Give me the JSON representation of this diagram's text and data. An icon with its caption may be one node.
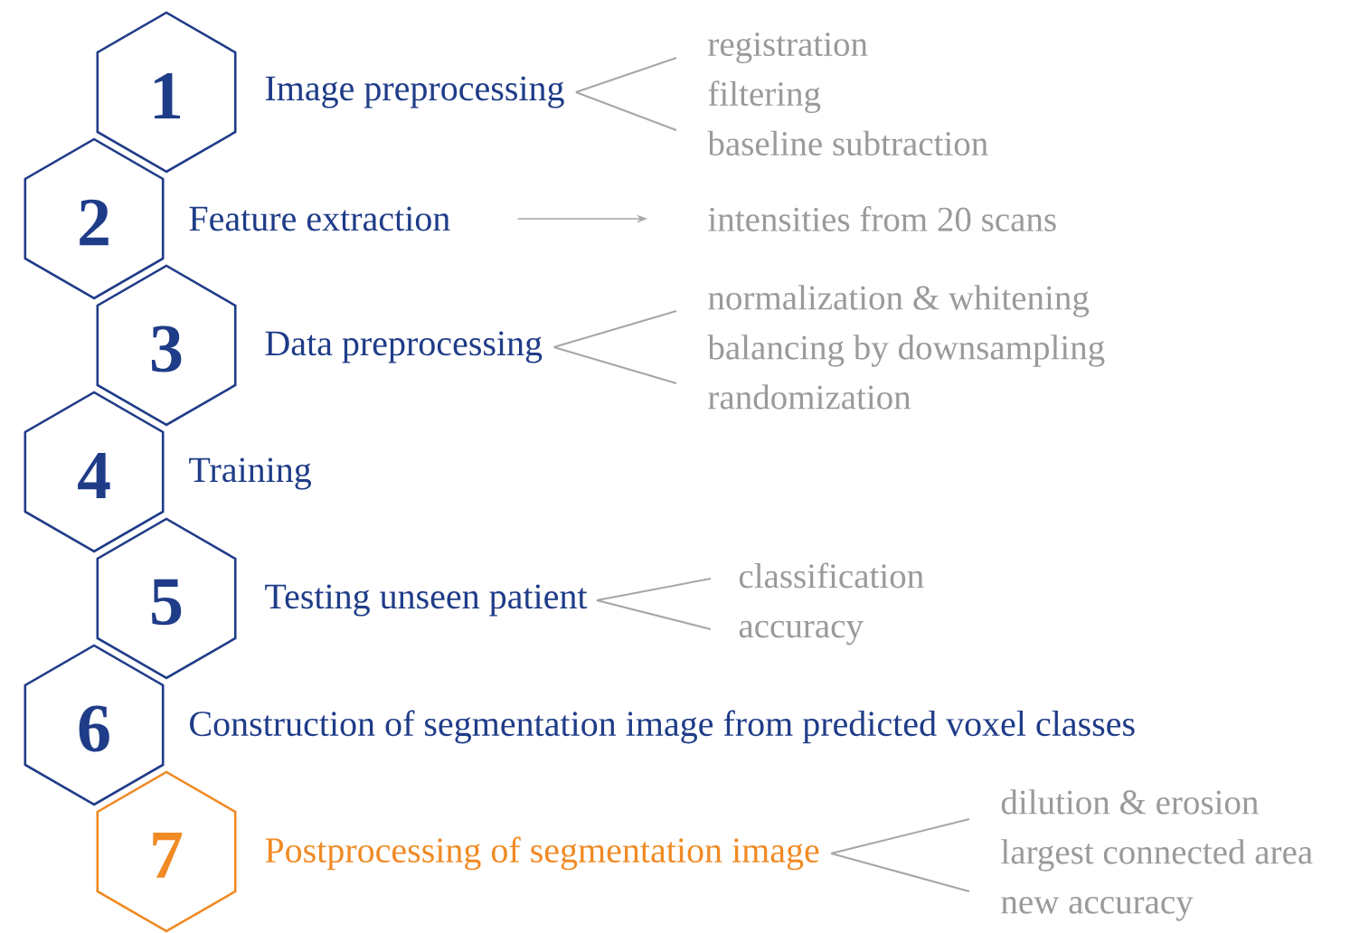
{
  "diagram": {
    "nodes": [
      {
        "text": [
          "1"
        ]
      },
      {
        "text": [
          "Image preprocessing"
        ]
      },
      {
        "text": [
          "registration",
          "filtering",
          "baseline subtraction"
        ]
      },
      {
        "text": [
          "2"
        ]
      },
      {
        "text": [
          "Feature extraction"
        ]
      },
      {
        "text": [
          "intensities from 20 scans"
        ]
      },
      {
        "text": [
          "3"
        ]
      },
      {
        "text": [
          "Data preprocessing"
        ]
      },
      {
        "text": [
          "normalization & whitening",
          "balancing by downsampling",
          "randomization"
        ]
      },
      {
        "text": [
          "4"
        ]
      },
      {
        "text": [
          "Training"
        ]
      },
      {
        "text": [
          "5"
        ]
      },
      {
        "text": [
          "Testing unseen patient"
        ]
      },
      {
        "text": [
          "classification",
          "accuracy"
        ]
      },
      {
        "text": [
          "6"
        ]
      },
      {
        "text": [
          "Construction of segmentation image from predicted voxel classes"
        ]
      },
      {
        "text": [
          "7"
        ]
      },
      {
        "text": [
          "Postprocessing of segmentation image"
        ]
      },
      {
        "text": [
          "dilution & erosion",
          "largest connected area",
          "new accuracy"
        ]
      }
    ],
    "edges": [
      {
        "from": 2,
        "to": 1,
        "arrow": "none"
      },
      {
        "from": 4,
        "to": 5,
        "arrow": "to"
      },
      {
        "from": 8,
        "to": 7,
        "arrow": "none"
      },
      {
        "from": 13,
        "to": 12,
        "arrow": "none"
      },
      {
        "from": 18,
        "to": 17,
        "arrow": "none"
      }
    ]
  }
}
